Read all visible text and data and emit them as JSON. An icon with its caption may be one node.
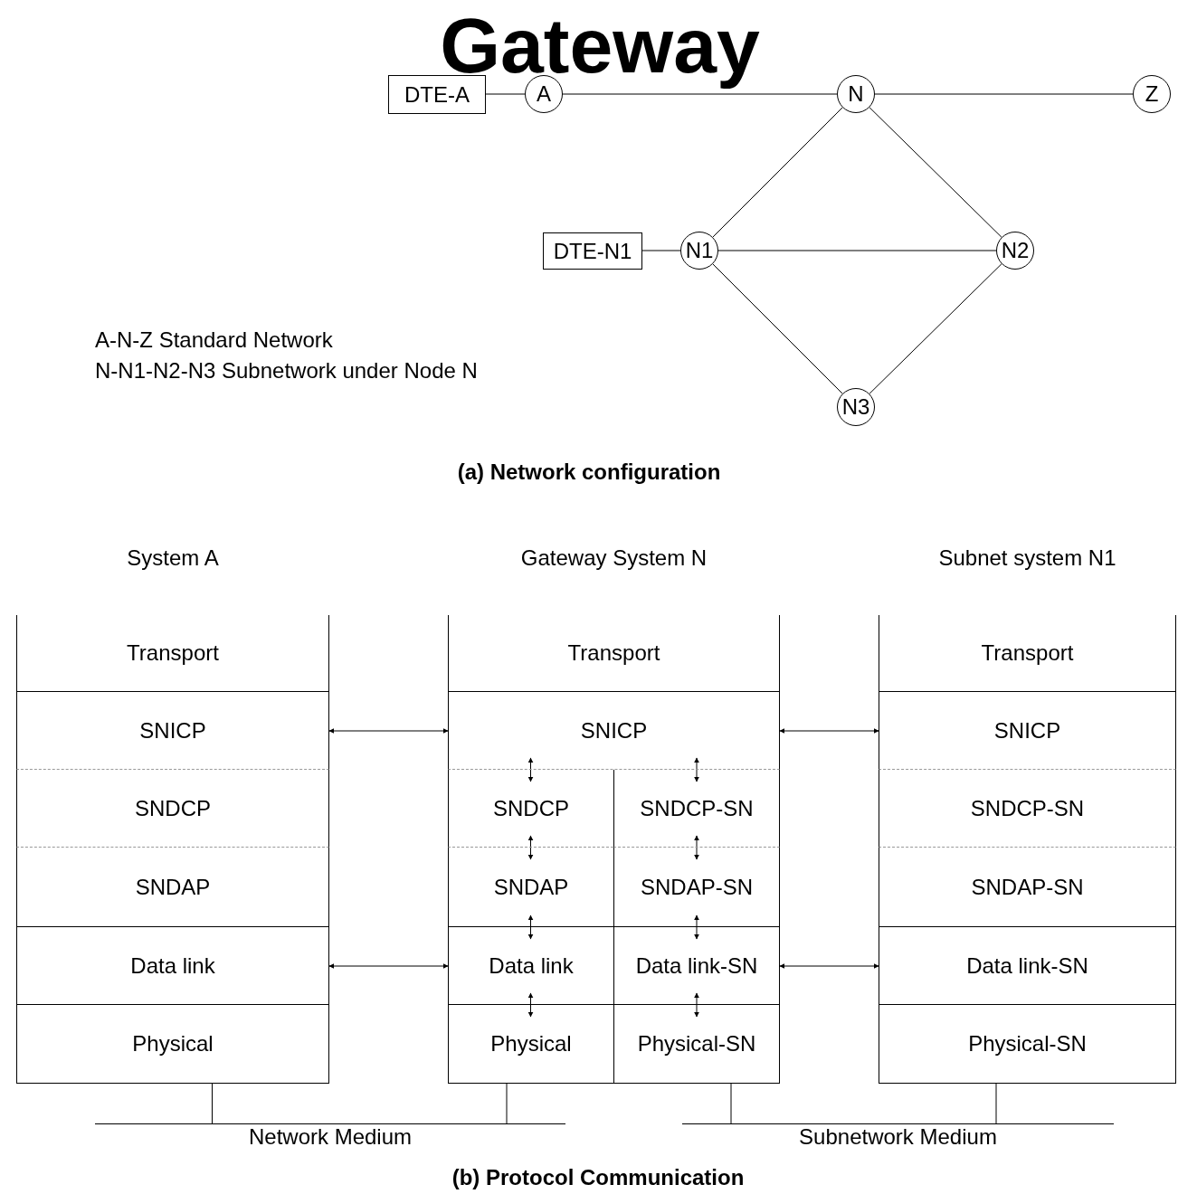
{
  "diagram": {
    "title": "Gateway",
    "nodes": [
      {
        "text": [
          "DTE-A"
        ]
      },
      {
        "text": [
          "A"
        ]
      },
      {
        "text": [
          "N"
        ]
      },
      {
        "text": [
          "Z"
        ]
      },
      {
        "text": [
          "DTE-N1"
        ]
      },
      {
        "text": [
          "N1"
        ]
      },
      {
        "text": [
          "N2"
        ]
      },
      {
        "text": [
          "N3"
        ]
      },
      {
        "text": [
          "System A"
        ]
      },
      {
        "text": [
          "Transport"
        ],
        "in": 8
      },
      {
        "text": [
          "SNICP"
        ],
        "in": 8
      },
      {
        "text": [
          "SNDCP"
        ],
        "in": 8
      },
      {
        "text": [
          "SNDAP"
        ],
        "in": 8
      },
      {
        "text": [
          "Data link"
        ],
        "in": 8
      },
      {
        "text": [
          "Physical"
        ],
        "in": 8
      },
      {
        "text": [
          "Gateway System N"
        ]
      },
      {
        "text": [
          "Transport"
        ],
        "in": 15
      },
      {
        "text": [
          "SNICP"
        ],
        "in": 15
      },
      {
        "text": [
          "SNDCP"
        ],
        "in": 15
      },
      {
        "text": [
          "SNDAP"
        ],
        "in": 15
      },
      {
        "text": [
          "Data link"
        ],
        "in": 15
      },
      {
        "text": [
          "Physical"
        ],
        "in": 15
      },
      {
        "text": [
          "SNDCP-SN"
        ],
        "in": 15
      },
      {
        "text": [
          "SNDAP-SN"
        ],
        "in": 15
      },
      {
        "text": [
          "Data link-SN"
        ],
        "in": 15
      },
      {
        "text": [
          "Physical-SN"
        ],
        "in": 15
      },
      {
        "text": [
          "Subnet system N1"
        ]
      },
      {
        "text": [
          "Transport"
        ],
        "in": 26
      },
      {
        "text": [
          "SNICP"
        ],
        "in": 26
      },
      {
        "text": [
          "SNDCP-SN"
        ],
        "in": 26
      },
      {
        "text": [
          "SNDAP-SN"
        ],
        "in": 26
      },
      {
        "text": [
          "Data link-SN"
        ],
        "in": 26
      },
      {
        "text": [
          "Physical-SN"
        ],
        "in": 26
      },
      {
        "text": [
          "Network Medium"
        ]
      },
      {
        "text": [
          "Subnetwork Medium"
        ]
      }
    ],
    "edges": [
      {
        "from": 0,
        "to": 1,
        "arrow": "none"
      },
      {
        "from": 1,
        "to": 2,
        "arrow": "none"
      },
      {
        "from": 2,
        "to": 3,
        "arrow": "none"
      },
      {
        "from": 2,
        "to": 5,
        "arrow": "none"
      },
      {
        "from": 2,
        "to": 6,
        "arrow": "none"
      },
      {
        "from": 4,
        "to": 5,
        "arrow": "none"
      },
      {
        "from": 5,
        "to": 6,
        "arrow": "none"
      },
      {
        "from": 5,
        "to": 7,
        "arrow": "none"
      },
      {
        "from": 6,
        "to": 7,
        "arrow": "none"
      },
      {
        "from": 10,
        "to": 17,
        "arrow": "both"
      },
      {
        "from": 13,
        "to": 20,
        "arrow": "both"
      },
      {
        "from": 17,
        "to": 28,
        "arrow": "both"
      },
      {
        "from": 24,
        "to": 31,
        "arrow": "both"
      },
      {
        "from": 17,
        "to": 18,
        "arrow": "both"
      },
      {
        "from": 18,
        "to": 19,
        "arrow": "both"
      },
      {
        "from": 19,
        "to": 20,
        "arrow": "both"
      },
      {
        "from": 20,
        "to": 21,
        "arrow": "both"
      },
      {
        "from": 17,
        "to": 22,
        "arrow": "both"
      },
      {
        "from": 22,
        "to": 23,
        "arrow": "both"
      },
      {
        "from": 23,
        "to": 24,
        "arrow": "both"
      },
      {
        "from": 24,
        "to": 25,
        "arrow": "both"
      },
      {
        "from": 14,
        "to": 33,
        "arrow": "none"
      },
      {
        "from": 21,
        "to": 33,
        "arrow": "none"
      },
      {
        "from": 25,
        "to": 34,
        "arrow": "none"
      },
      {
        "from": 32,
        "to": 34,
        "arrow": "none"
      }
    ],
    "labels": [
      "A-N-Z Standard Network",
      "N-N1-N2-N3 Subnetwork under Node N",
      "(a) Network configuration",
      "(b) Protocol Communication"
    ]
  }
}
